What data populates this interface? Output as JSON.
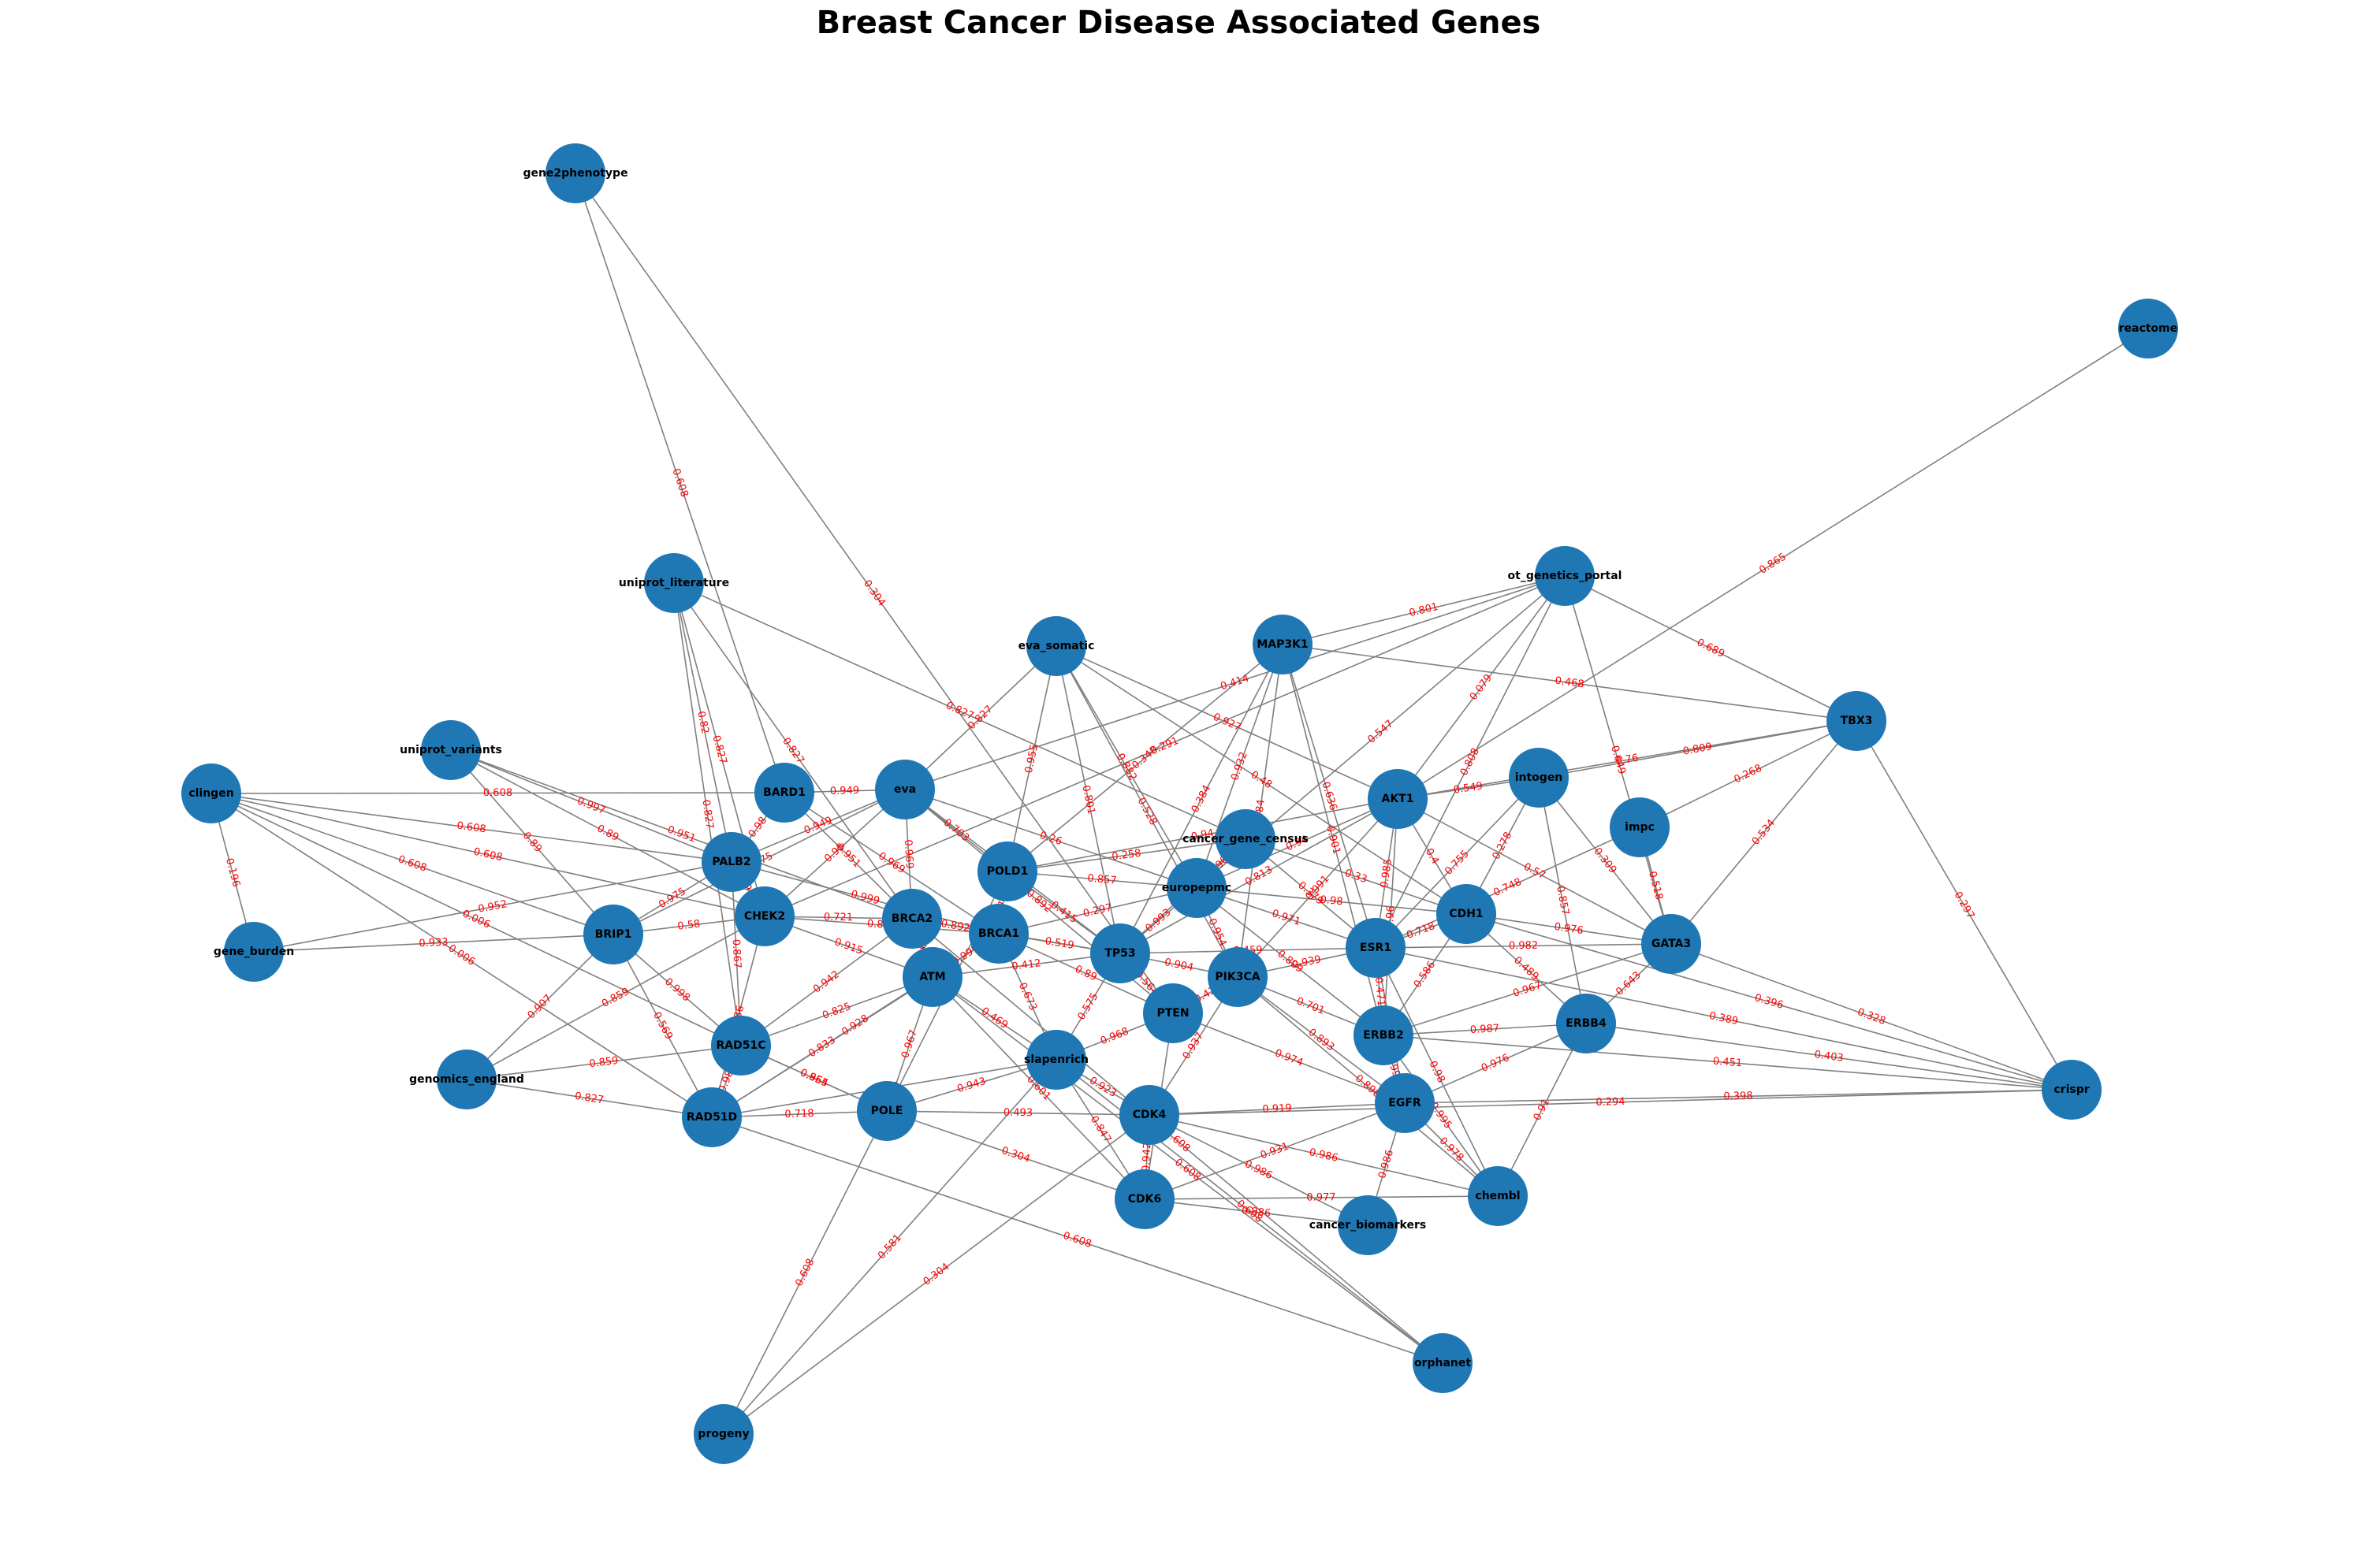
{
  "title": "Breast Cancer Disease Associated Genes",
  "colors": {
    "node": "#1f77b4",
    "edge": "#808080",
    "edge_label": "#ff0000",
    "node_label": "#000000"
  },
  "nodes": [
    {
      "id": "gene2phenotype",
      "label": "gene2phenotype"
    },
    {
      "id": "reactome",
      "label": "reactome"
    },
    {
      "id": "uniprot_literature",
      "label": "uniprot_literature"
    },
    {
      "id": "ot_genetics_portal",
      "label": "ot_genetics_portal"
    },
    {
      "id": "eva_somatic",
      "label": "eva_somatic"
    },
    {
      "id": "MAP3K1",
      "label": "MAP3K1"
    },
    {
      "id": "TBX3",
      "label": "TBX3"
    },
    {
      "id": "uniprot_variants",
      "label": "uniprot_variants"
    },
    {
      "id": "clingen",
      "label": "clingen"
    },
    {
      "id": "BARD1",
      "label": "BARD1"
    },
    {
      "id": "eva",
      "label": "eva"
    },
    {
      "id": "AKT1",
      "label": "AKT1"
    },
    {
      "id": "intogen",
      "label": "intogen"
    },
    {
      "id": "impc",
      "label": "impc"
    },
    {
      "id": "cancer_gene_census",
      "label": "cancer_gene_census"
    },
    {
      "id": "PALB2",
      "label": "PALB2"
    },
    {
      "id": "POLD1",
      "label": "POLD1"
    },
    {
      "id": "europepmc",
      "label": "europepmc"
    },
    {
      "id": "CHEK2",
      "label": "CHEK2"
    },
    {
      "id": "BRCA2",
      "label": "BRCA2"
    },
    {
      "id": "BRCA1",
      "label": "BRCA1"
    },
    {
      "id": "CDH1",
      "label": "CDH1"
    },
    {
      "id": "gene_burden",
      "label": "gene_burden"
    },
    {
      "id": "BRIP1",
      "label": "BRIP1"
    },
    {
      "id": "TP53",
      "label": "TP53"
    },
    {
      "id": "ESR1",
      "label": "ESR1"
    },
    {
      "id": "GATA3",
      "label": "GATA3"
    },
    {
      "id": "ATM",
      "label": "ATM"
    },
    {
      "id": "PIK3CA",
      "label": "PIK3CA"
    },
    {
      "id": "PTEN",
      "label": "PTEN"
    },
    {
      "id": "ERBB2",
      "label": "ERBB2"
    },
    {
      "id": "ERBB4",
      "label": "ERBB4"
    },
    {
      "id": "RAD51C",
      "label": "RAD51C"
    },
    {
      "id": "slapenrich",
      "label": "slapenrich"
    },
    {
      "id": "genomics_england",
      "label": "genomics_england"
    },
    {
      "id": "crispr",
      "label": "crispr"
    },
    {
      "id": "POLE",
      "label": "POLE"
    },
    {
      "id": "RAD51D",
      "label": "RAD51D"
    },
    {
      "id": "CDK4",
      "label": "CDK4"
    },
    {
      "id": "EGFR",
      "label": "EGFR"
    },
    {
      "id": "chembl",
      "label": "chembl"
    },
    {
      "id": "CDK6",
      "label": "CDK6"
    },
    {
      "id": "cancer_biomarkers",
      "label": "cancer_biomarkers"
    },
    {
      "id": "orphanet",
      "label": "orphanet"
    },
    {
      "id": "progeny",
      "label": "progeny"
    }
  ],
  "edges": [
    {
      "source": "gene2phenotype",
      "target": "BARD1",
      "weight": "0.608"
    },
    {
      "source": "gene2phenotype",
      "target": "PTEN",
      "weight": "0.304"
    },
    {
      "source": "reactome",
      "target": "AKT1",
      "weight": "0.865"
    },
    {
      "source": "ot_genetics_portal",
      "target": "TBX3",
      "weight": "0.689"
    },
    {
      "source": "ot_genetics_portal",
      "target": "MAP3K1",
      "weight": "0.801"
    },
    {
      "source": "ot_genetics_portal",
      "target": "AKT1",
      "weight": "0.079"
    },
    {
      "source": "ot_genetics_portal",
      "target": "ESR1",
      "weight": "0.808"
    },
    {
      "source": "ot_genetics_portal",
      "target": "GATA3",
      "weight": "0.649"
    },
    {
      "source": "ot_genetics_portal",
      "target": "europepmc",
      "weight": "0.547"
    },
    {
      "source": "ot_genetics_portal",
      "target": "eva",
      "weight": "0.414"
    },
    {
      "source": "ot_genetics_portal",
      "target": "CHEK2",
      "weight": "0.291"
    },
    {
      "source": "MAP3K1",
      "target": "TBX3",
      "weight": "0.468"
    },
    {
      "source": "MAP3K1",
      "target": "ERBB2",
      "weight": "0.901"
    },
    {
      "source": "MAP3K1",
      "target": "europepmc",
      "weight": "0.932"
    },
    {
      "source": "MAP3K1",
      "target": "PIK3CA",
      "weight": "0.84"
    },
    {
      "source": "MAP3K1",
      "target": "TP53",
      "weight": "0.384"
    },
    {
      "source": "MAP3K1",
      "target": "POLD1",
      "weight": "0.348"
    },
    {
      "source": "MAP3K1",
      "target": "ESR1",
      "weight": "0.636"
    },
    {
      "source": "uniprot_literature",
      "target": "PALB2",
      "weight": "0.82"
    },
    {
      "source": "uniprot_literature",
      "target": "CHEK2",
      "weight": "0.827"
    },
    {
      "source": "uniprot_literature",
      "target": "RAD51C",
      "weight": "0.827"
    },
    {
      "source": "uniprot_literature",
      "target": "BRCA2",
      "weight": "0.827"
    },
    {
      "source": "uniprot_literature",
      "target": "cancer_gene_census",
      "weight": "0.827"
    },
    {
      "source": "eva_somatic",
      "target": "eva",
      "weight": "0.827"
    },
    {
      "source": "eva_somatic",
      "target": "POLD1",
      "weight": "0.955"
    },
    {
      "source": "eva_somatic",
      "target": "europepmc",
      "weight": "0.882"
    },
    {
      "source": "eva_somatic",
      "target": "TP53",
      "weight": "0.801"
    },
    {
      "source": "eva_somatic",
      "target": "AKT1",
      "weight": "0.927"
    },
    {
      "source": "eva_somatic",
      "target": "PIK3CA",
      "weight": "0.528"
    },
    {
      "source": "eva_somatic",
      "target": "CDH1",
      "weight": "0.48"
    },
    {
      "source": "TBX3",
      "target": "intogen",
      "weight": "0.809"
    },
    {
      "source": "TBX3",
      "target": "impc",
      "weight": "0.268"
    },
    {
      "source": "TBX3",
      "target": "GATA3",
      "weight": "0.534"
    },
    {
      "source": "TBX3",
      "target": "crispr",
      "weight": "0.297"
    },
    {
      "source": "TBX3",
      "target": "AKT1",
      "weight": "0.76"
    },
    {
      "source": "uniprot_variants",
      "target": "PALB2",
      "weight": "0.997"
    },
    {
      "source": "uniprot_variants",
      "target": "BRIP1",
      "weight": "0.89"
    },
    {
      "source": "uniprot_variants",
      "target": "CHEK2",
      "weight": "0.89"
    },
    {
      "source": "uniprot_variants",
      "target": "BRCA2",
      "weight": "0.951"
    },
    {
      "source": "clingen",
      "target": "BARD1",
      "weight": "0.608"
    },
    {
      "source": "clingen",
      "target": "PALB2",
      "weight": "0.608"
    },
    {
      "source": "clingen",
      "target": "CHEK2",
      "weight": "0.608"
    },
    {
      "source": "clingen",
      "target": "BRIP1",
      "weight": "0.608"
    },
    {
      "source": "clingen",
      "target": "RAD51C",
      "weight": "0.006"
    },
    {
      "source": "clingen",
      "target": "RAD51D",
      "weight": "0.006"
    },
    {
      "source": "clingen",
      "target": "gene_burden",
      "weight": "0.196"
    },
    {
      "source": "BARD1",
      "target": "eva",
      "weight": "0.949"
    },
    {
      "source": "BARD1",
      "target": "BRCA1",
      "weight": "0.969"
    },
    {
      "source": "BARD1",
      "target": "PALB2",
      "weight": "0.98"
    },
    {
      "source": "BARD1",
      "target": "BRCA2",
      "weight": "0.951"
    },
    {
      "source": "eva",
      "target": "POLD1",
      "weight": "0.703"
    },
    {
      "source": "eva",
      "target": "BRCA2",
      "weight": "0.969"
    },
    {
      "source": "eva",
      "target": "CHEK2",
      "weight": "0.95"
    },
    {
      "source": "eva",
      "target": "TP53",
      "weight": "0.999"
    },
    {
      "source": "eva",
      "target": "PALB2",
      "weight": "0.949"
    },
    {
      "source": "eva",
      "target": "BRIP1",
      "weight": "0.975"
    },
    {
      "source": "eva",
      "target": "europepmc",
      "weight": "0.26"
    },
    {
      "source": "eva",
      "target": "PTEN",
      "weight": "0.892"
    },
    {
      "source": "AKT1",
      "target": "europepmc",
      "weight": "0.94"
    },
    {
      "source": "AKT1",
      "target": "ESR1",
      "weight": "0.985"
    },
    {
      "source": "AKT1",
      "target": "PIK3CA",
      "weight": "0.991"
    },
    {
      "source": "AKT1",
      "target": "CDH1",
      "weight": "0.4"
    },
    {
      "source": "AKT1",
      "target": "intogen",
      "weight": "0.549"
    },
    {
      "source": "AKT1",
      "target": "POLD1",
      "weight": "0.94"
    },
    {
      "source": "AKT1",
      "target": "ERBB2",
      "weight": "0.96"
    },
    {
      "source": "AKT1",
      "target": "GATA3",
      "weight": "0.57"
    },
    {
      "source": "AKT1",
      "target": "TP53",
      "weight": "0.813"
    },
    {
      "source": "intogen",
      "target": "CDH1",
      "weight": "0.278"
    },
    {
      "source": "intogen",
      "target": "GATA3",
      "weight": "0.309"
    },
    {
      "source": "intogen",
      "target": "ERBB4",
      "weight": "0.857"
    },
    {
      "source": "intogen",
      "target": "ESR1",
      "weight": "0.755"
    },
    {
      "source": "impc",
      "target": "GATA3",
      "weight": "0.518"
    },
    {
      "source": "impc",
      "target": "ESR1",
      "weight": "0.748"
    },
    {
      "source": "cancer_gene_census",
      "target": "europepmc",
      "weight": "0.989"
    },
    {
      "source": "cancer_gene_census",
      "target": "TP53",
      "weight": "0.931"
    },
    {
      "source": "cancer_gene_census",
      "target": "CDH1",
      "weight": "0.33"
    },
    {
      "source": "cancer_gene_census",
      "target": "ESR1",
      "weight": "0.379"
    },
    {
      "source": "cancer_gene_census",
      "target": "POLD1",
      "weight": "0.258"
    },
    {
      "source": "PALB2",
      "target": "BRCA1",
      "weight": "0.999"
    },
    {
      "source": "PALB2",
      "target": "BRIP1",
      "weight": "0.975"
    },
    {
      "source": "PALB2",
      "target": "CHEK2",
      "weight": "0.926"
    },
    {
      "source": "PALB2",
      "target": "RAD51C",
      "weight": "0.867"
    },
    {
      "source": "POLD1",
      "target": "europepmc",
      "weight": "0.857"
    },
    {
      "source": "POLD1",
      "target": "BRCA1",
      "weight": "0.773"
    },
    {
      "source": "POLD1",
      "target": "TP53",
      "weight": "0.415"
    },
    {
      "source": "POLD1",
      "target": "POLE",
      "weight": "0.892"
    },
    {
      "source": "europepmc",
      "target": "PIK3CA",
      "weight": "0.954"
    },
    {
      "source": "europepmc",
      "target": "ESR1",
      "weight": "0.971"
    },
    {
      "source": "europepmc",
      "target": "TP53",
      "weight": "0.993"
    },
    {
      "source": "europepmc",
      "target": "BRCA1",
      "weight": "0.297"
    },
    {
      "source": "europepmc",
      "target": "CDH1",
      "weight": "0.98"
    },
    {
      "source": "europepmc",
      "target": "ERBB2",
      "weight": "0.809"
    },
    {
      "source": "CHEK2",
      "target": "BRCA2",
      "weight": "0.721"
    },
    {
      "source": "CHEK2",
      "target": "BRIP1",
      "weight": "0.58"
    },
    {
      "source": "CHEK2",
      "target": "ATM",
      "weight": "0.915"
    },
    {
      "source": "CHEK2",
      "target": "RAD51D",
      "weight": "0.86"
    },
    {
      "source": "CHEK2",
      "target": "BRCA1",
      "weight": "0.864"
    },
    {
      "source": "BRCA2",
      "target": "BRCA1",
      "weight": "0.892"
    },
    {
      "source": "BRCA2",
      "target": "ATM",
      "weight": "0.999"
    },
    {
      "source": "BRCA2",
      "target": "RAD51C",
      "weight": "0.942"
    },
    {
      "source": "BRCA2",
      "target": "TP53",
      "weight": "0.59"
    },
    {
      "source": "BRCA1",
      "target": "TP53",
      "weight": "0.519"
    },
    {
      "source": "BRCA1",
      "target": "ATM",
      "weight": "0.999"
    },
    {
      "source": "BRCA1",
      "target": "PTEN",
      "weight": "0.89"
    },
    {
      "source": "BRCA1",
      "target": "RAD51D",
      "weight": "0.928"
    },
    {
      "source": "CDH1",
      "target": "ESR1",
      "weight": "0.718"
    },
    {
      "source": "CDH1",
      "target": "GATA3",
      "weight": "0.976"
    },
    {
      "source": "CDH1",
      "target": "ERBB2",
      "weight": "0.586"
    },
    {
      "source": "CDH1",
      "target": "ERBB4",
      "weight": "0.489"
    },
    {
      "source": "gene_burden",
      "target": "BRIP1",
      "weight": "0.933"
    },
    {
      "source": "gene_burden",
      "target": "PALB2",
      "weight": "0.952"
    },
    {
      "source": "BRIP1",
      "target": "RAD51C",
      "weight": "0.998"
    },
    {
      "source": "BRIP1",
      "target": "RAD51D",
      "weight": "0.569"
    },
    {
      "source": "BRIP1",
      "target": "genomics_england",
      "weight": "0.907"
    },
    {
      "source": "TP53",
      "target": "PIK3CA",
      "weight": "0.904"
    },
    {
      "source": "TP53",
      "target": "PTEN",
      "weight": "0.564"
    },
    {
      "source": "TP53",
      "target": "ATM",
      "weight": "0.412"
    },
    {
      "source": "TP53",
      "target": "ESR1",
      "weight": "0.459"
    },
    {
      "source": "ESR1",
      "target": "PIK3CA",
      "weight": "0.939"
    },
    {
      "source": "ESR1",
      "target": "GATA3",
      "weight": "0.982"
    },
    {
      "source": "ESR1",
      "target": "ERBB2",
      "weight": "0.471"
    },
    {
      "source": "ESR1",
      "target": "EGFR",
      "weight": "0.94"
    },
    {
      "source": "GATA3",
      "target": "ERBB4",
      "weight": "0.643"
    },
    {
      "source": "GATA3",
      "target": "crispr",
      "weight": "0.328"
    },
    {
      "source": "GATA3",
      "target": "ERBB2",
      "weight": "0.967"
    },
    {
      "source": "PIK3CA",
      "target": "PTEN",
      "weight": "0.42"
    },
    {
      "source": "PIK3CA",
      "target": "ERBB2",
      "weight": "0.701"
    },
    {
      "source": "PIK3CA",
      "target": "EGFR",
      "weight": "0.893"
    },
    {
      "source": "PIK3CA",
      "target": "CDK4",
      "weight": "0.937"
    },
    {
      "source": "PTEN",
      "target": "slapenrich",
      "weight": "0.968"
    },
    {
      "source": "PTEN",
      "target": "CDK6",
      "weight": "0.603"
    },
    {
      "source": "PTEN",
      "target": "EGFR",
      "weight": "0.974"
    },
    {
      "source": "ERBB2",
      "target": "ERBB4",
      "weight": "0.987"
    },
    {
      "source": "ERBB2",
      "target": "EGFR",
      "weight": "0.996"
    },
    {
      "source": "ERBB2",
      "target": "crispr",
      "weight": "0.451"
    },
    {
      "source": "ERBB2",
      "target": "chembl",
      "weight": "0.995"
    },
    {
      "source": "ERBB4",
      "target": "crispr",
      "weight": "0.403"
    },
    {
      "source": "ERBB4",
      "target": "EGFR",
      "weight": "0.976"
    },
    {
      "source": "ERBB4",
      "target": "chembl",
      "weight": "0.91"
    },
    {
      "source": "RAD51C",
      "target": "RAD51D",
      "weight": "0.98"
    },
    {
      "source": "RAD51C",
      "target": "POLE",
      "weight": "0.855"
    },
    {
      "source": "RAD51C",
      "target": "ATM",
      "weight": "0.825"
    },
    {
      "source": "genomics_england",
      "target": "RAD51D",
      "weight": "0.827"
    },
    {
      "source": "genomics_england",
      "target": "RAD51C",
      "weight": "0.859"
    },
    {
      "source": "genomics_england",
      "target": "CHEK2",
      "weight": "0.859"
    },
    {
      "source": "crispr",
      "target": "EGFR",
      "weight": "0.398"
    },
    {
      "source": "crispr",
      "target": "ESR1",
      "weight": "0.389"
    },
    {
      "source": "crispr",
      "target": "CDK4",
      "weight": "0.294"
    },
    {
      "source": "crispr",
      "target": "CDH1",
      "weight": "0.396"
    },
    {
      "source": "POLE",
      "target": "RAD51D",
      "weight": "0.718"
    },
    {
      "source": "POLE",
      "target": "slapenrich",
      "weight": "0.943"
    },
    {
      "source": "POLE",
      "target": "CDK4",
      "weight": "0.493"
    },
    {
      "source": "POLE",
      "target": "ATM",
      "weight": "0.967"
    },
    {
      "source": "POLE",
      "target": "RAD51C",
      "weight": "0.964"
    },
    {
      "source": "RAD51D",
      "target": "slapenrich",
      "weight": "0.496"
    },
    {
      "source": "RAD51D",
      "target": "orphanet",
      "weight": "0.608"
    },
    {
      "source": "CDK4",
      "target": "CDK6",
      "weight": "0.942"
    },
    {
      "source": "CDK4",
      "target": "slapenrich",
      "weight": "0.923"
    },
    {
      "source": "CDK4",
      "target": "EGFR",
      "weight": "0.919"
    },
    {
      "source": "CDK4",
      "target": "cancer_biomarkers",
      "weight": "0.986"
    },
    {
      "source": "EGFR",
      "target": "chembl",
      "weight": "0.978"
    },
    {
      "source": "EGFR",
      "target": "cancer_biomarkers",
      "weight": "0.986"
    },
    {
      "source": "EGFR",
      "target": "CDK6",
      "weight": "0.931"
    },
    {
      "source": "CDK6",
      "target": "cancer_biomarkers",
      "weight": "0.986"
    },
    {
      "source": "CDK6",
      "target": "slapenrich",
      "weight": "0.847"
    },
    {
      "source": "CDK6",
      "target": "chembl",
      "weight": "0.977"
    },
    {
      "source": "CDK6",
      "target": "POLE",
      "weight": "0.304"
    },
    {
      "source": "CDK6",
      "target": "ATM",
      "weight": "0.601"
    },
    {
      "source": "chembl",
      "target": "PIK3CA",
      "weight": "0.898"
    },
    {
      "source": "chembl",
      "target": "ESR1",
      "weight": "0.98"
    },
    {
      "source": "chembl",
      "target": "CDK4",
      "weight": "0.986"
    },
    {
      "source": "orphanet",
      "target": "slapenrich",
      "weight": "0.608"
    },
    {
      "source": "orphanet",
      "target": "ATM",
      "weight": "0.608"
    },
    {
      "source": "orphanet",
      "target": "BRCA2",
      "weight": "0.608"
    },
    {
      "source": "progeny",
      "target": "slapenrich",
      "weight": "0.581"
    },
    {
      "source": "progeny",
      "target": "CDK4",
      "weight": "0.304"
    },
    {
      "source": "progeny",
      "target": "POLE",
      "weight": "0.608"
    },
    {
      "source": "slapenrich",
      "target": "ATM",
      "weight": "0.469"
    },
    {
      "source": "slapenrich",
      "target": "BRCA1",
      "weight": "0.673"
    },
    {
      "source": "slapenrich",
      "target": "TP53",
      "weight": "0.575"
    },
    {
      "source": "ATM",
      "target": "RAD51D",
      "weight": "0.833"
    }
  ]
}
